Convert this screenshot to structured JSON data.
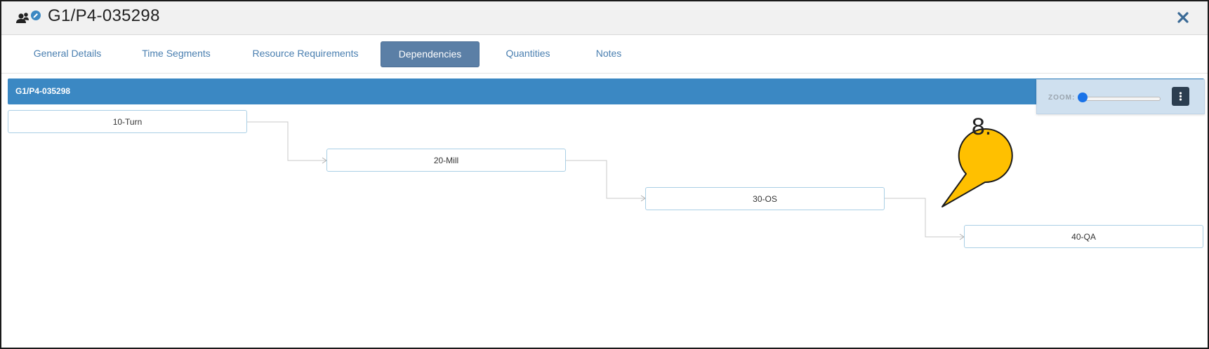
{
  "window": {
    "title": "G1/P4-035298",
    "title_icon": "users-edit-icon",
    "close_icon": "close-icon"
  },
  "tabs": [
    {
      "label": "General Details",
      "active": false
    },
    {
      "label": "Time Segments",
      "active": false
    },
    {
      "label": "Resource Requirements",
      "active": false
    },
    {
      "label": "Dependencies",
      "active": true
    },
    {
      "label": "Quantities",
      "active": false
    },
    {
      "label": "Notes",
      "active": false
    }
  ],
  "diagram": {
    "header_label": "G1/P4-035298",
    "zoom_label": "ZOOM:",
    "zoom_level": 0,
    "menu_icon": "vertical-ellipsis-icon",
    "nodes": [
      {
        "label": "10-Turn"
      },
      {
        "label": "20-Mill"
      },
      {
        "label": "30-OS"
      },
      {
        "label": "40-QA"
      }
    ]
  },
  "callout": {
    "text": "8."
  },
  "colors": {
    "accent": "#3b88c3",
    "active_tab": "#5b7fa6",
    "tab_text": "#4a7fb0",
    "node_border": "#a9cfe5",
    "callout_fill": "#ffc000"
  }
}
